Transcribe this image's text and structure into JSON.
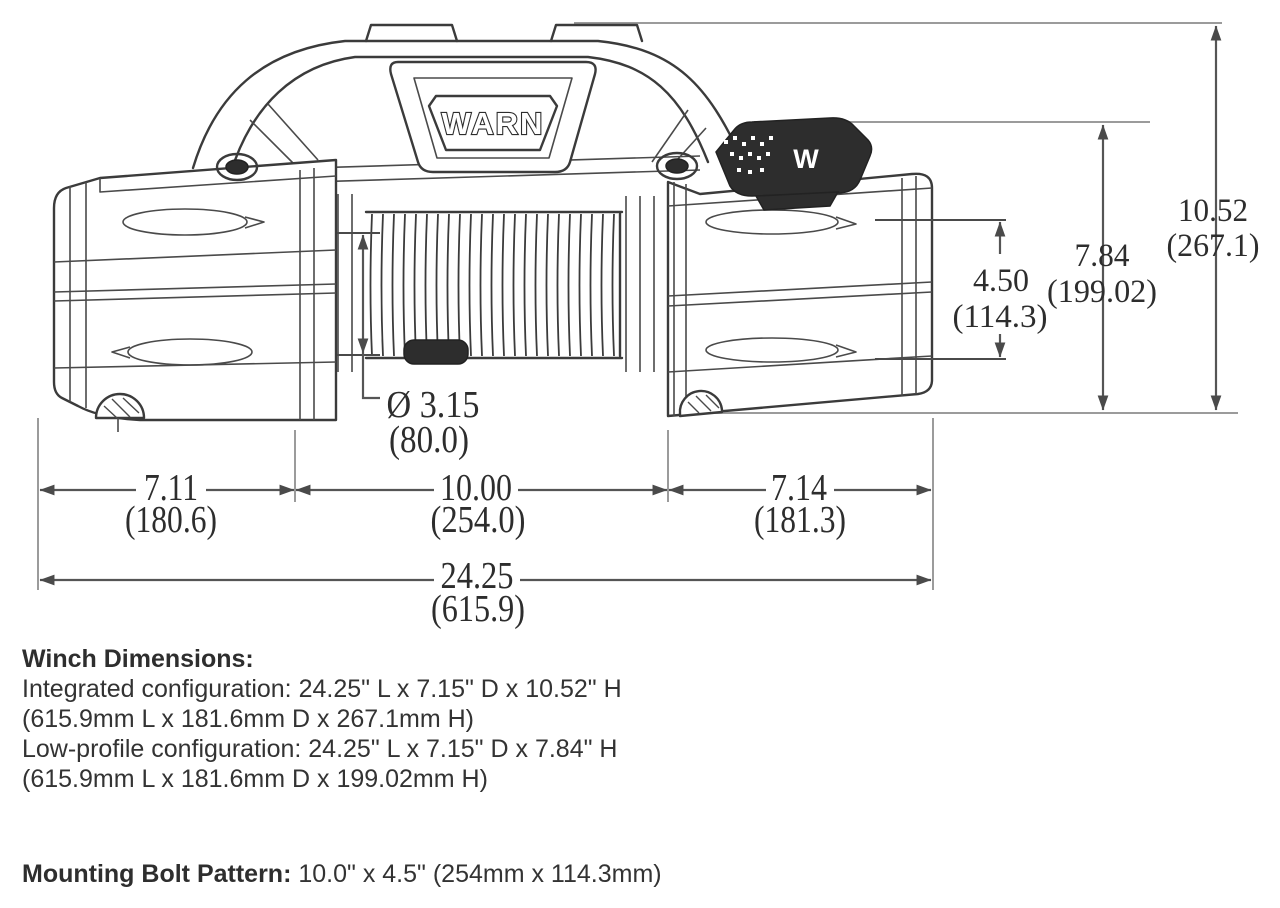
{
  "diagram": {
    "brand_logo": "WARN",
    "clutch_badge": "W",
    "dims": {
      "overall_height_in": "10.52",
      "overall_height_mm": "(267.1)",
      "low_profile_height_in": "7.84",
      "low_profile_height_mm": "(199.02)",
      "bolt_height_in": "4.50",
      "bolt_height_mm": "(114.3)",
      "drum_diameter_in": "Ø 3.15",
      "drum_diameter_mm": "(80.0)",
      "motor_section_in": "7.11",
      "motor_section_mm": "(180.6)",
      "drum_section_in": "10.00",
      "drum_section_mm": "(254.0)",
      "gear_section_in": "7.14",
      "gear_section_mm": "(181.3)",
      "overall_length_in": "24.25",
      "overall_length_mm": "(615.9)"
    }
  },
  "specs": {
    "heading": "Winch Dimensions:",
    "lines": [
      "Integrated configuration: 24.25\" L x 7.15\" D x 10.52\" H",
      "(615.9mm L x 181.6mm D x 267.1mm H)",
      "Low-profile configuration: 24.25\" L x 7.15\" D x 7.84\" H",
      "(615.9mm L x 181.6mm D x 199.02mm H)"
    ],
    "bolt_heading": "Mounting Bolt Pattern:",
    "bolt_value": " 10.0\" x 4.5\" (254mm x 114.3mm)"
  },
  "colors": {
    "line": "#3b3b3b",
    "dimension": "#555555",
    "extension": "#9b9b9b",
    "text": "#333333",
    "background": "#ffffff"
  }
}
